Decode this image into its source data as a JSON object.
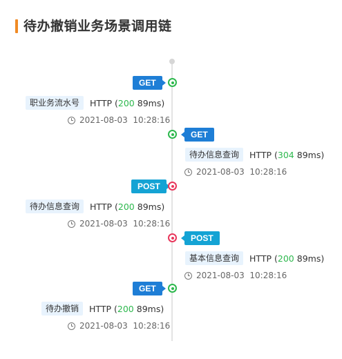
{
  "page": {
    "title": "待办撤销业务场景调用链"
  },
  "colors": {
    "accent": "#f08a24",
    "get": "#1e7ed6",
    "post": "#14a3d4",
    "success": "#2db84d",
    "error_node": "#e8365b",
    "tag_bg": "#e8f3fd"
  },
  "calls": [
    {
      "method": "GET",
      "side": "left",
      "node": "green",
      "name": "职业务流水号",
      "protocol": "HTTP",
      "status": "200",
      "duration": "89ms",
      "date": "2021-08-03",
      "time": "10:28:16"
    },
    {
      "method": "GET",
      "side": "right",
      "node": "green",
      "name": "待办信息查询",
      "protocol": "HTTP",
      "status": "304",
      "duration": "89ms",
      "date": "2021-08-03",
      "time": "10:28:16"
    },
    {
      "method": "POST",
      "side": "left",
      "node": "red",
      "name": "待办信息查询",
      "protocol": "HTTP",
      "status": "200",
      "duration": "89ms",
      "date": "2021-08-03",
      "time": "10:28:16"
    },
    {
      "method": "POST",
      "side": "right",
      "node": "red",
      "name": "基本信息查询",
      "protocol": "HTTP",
      "status": "200",
      "duration": "89ms",
      "date": "2021-08-03",
      "time": "10:28:16"
    },
    {
      "method": "GET",
      "side": "left",
      "node": "green",
      "name": "待办撤销",
      "protocol": "HTTP",
      "status": "200",
      "duration": "89ms",
      "date": "2021-08-03",
      "time": "10:28:16"
    }
  ]
}
